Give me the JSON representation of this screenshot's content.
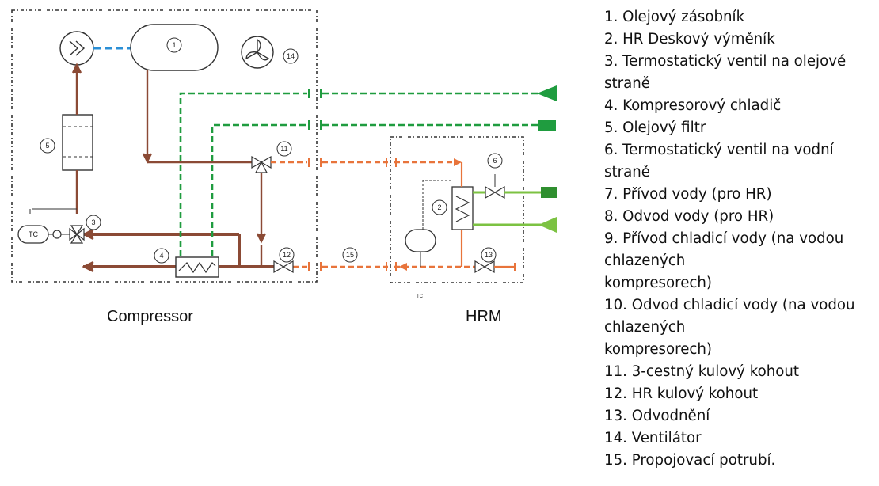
{
  "diagram": {
    "labels": {
      "compressor": "Compressor",
      "hrm": "HRM",
      "tc": "TC",
      "tc_small": "TC"
    },
    "markers": [
      "1",
      "2",
      "3",
      "4",
      "5",
      "6",
      "11",
      "12",
      "13",
      "14",
      "15"
    ],
    "colors": {
      "oil": "#8b4a35",
      "water_return": "#e8743b",
      "cooling_water": "#1f9c3f",
      "hr_water": "#7cc242",
      "fan_link": "#2b8fd6",
      "frame": "#333333"
    }
  },
  "legend": [
    "1. Olejový zásobník",
    "2. HR Deskový výměník",
    "3. Termostatický ventil na olejové\nstraně",
    "4. Kompresorový chladič",
    "5. Olejový filtr",
    "6. Termostatický ventil na vodní\nstraně",
    "7. Přívod vody (pro HR)",
    "8. Odvod vody (pro HR)",
    "9. Přívod chladicí vody (na vodou\nchlazených\nkompresorech)",
    "10. Odvod chladicí vody (na vodou\nchlazených\nkompresorech)",
    "11. 3-cestný kulový kohout",
    "12. HR kulový kohout",
    "13. Odvodnění",
    "14. Ventilátor",
    "15. Propojovací potrubí."
  ]
}
